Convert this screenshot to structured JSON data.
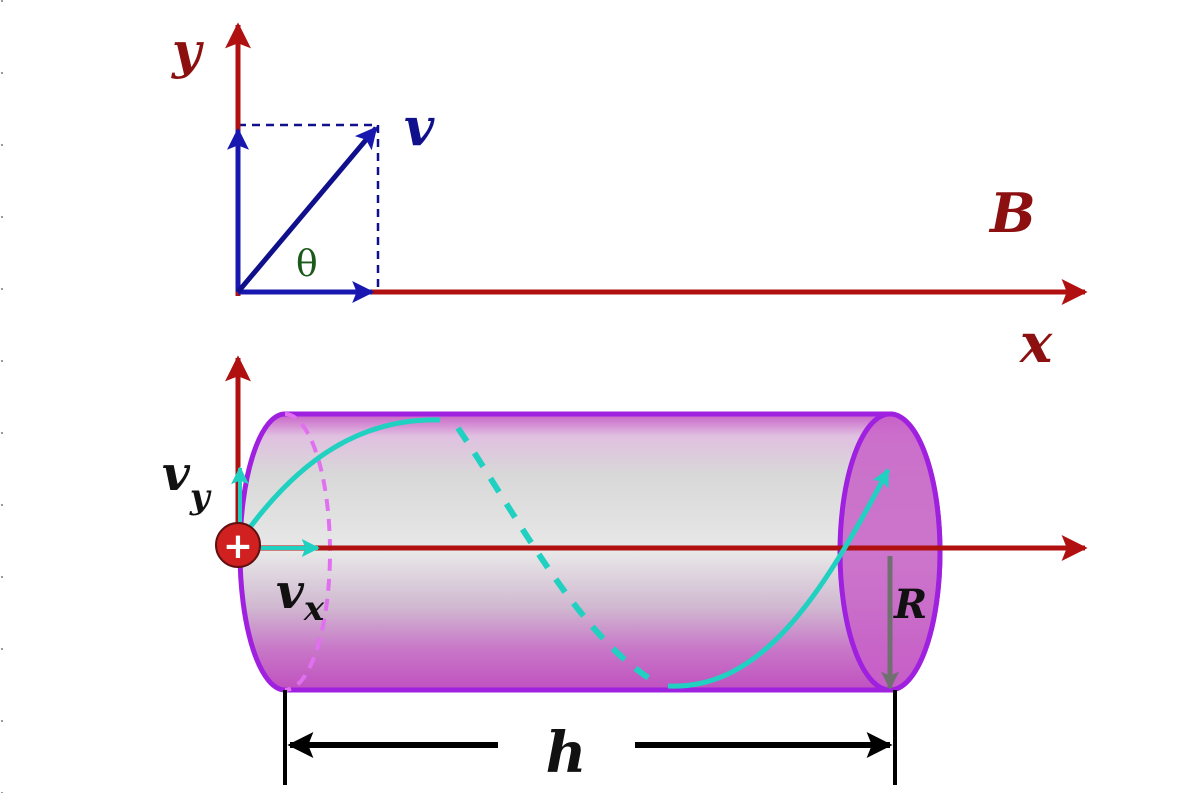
{
  "labels": {
    "y_axis": "y",
    "x_axis": "x",
    "velocity": "v",
    "angle": "θ",
    "field": "B",
    "vy_main": "v",
    "vy_sub": "y",
    "vx_main": "v",
    "vx_sub": "x",
    "radius": "R",
    "pitch": "h",
    "charge": "+"
  },
  "colors": {
    "axis_red": "#b01010",
    "vector_blue": "#10108c",
    "angle_green": "#1a5a1a",
    "helix_cyan": "#20d0c0",
    "cylinder_magenta": "#c860c8",
    "cylinder_edge": "#a020e0",
    "cylinder_core": "#d8d8d8",
    "dimension_black": "#000000",
    "radius_gray": "#707070"
  }
}
